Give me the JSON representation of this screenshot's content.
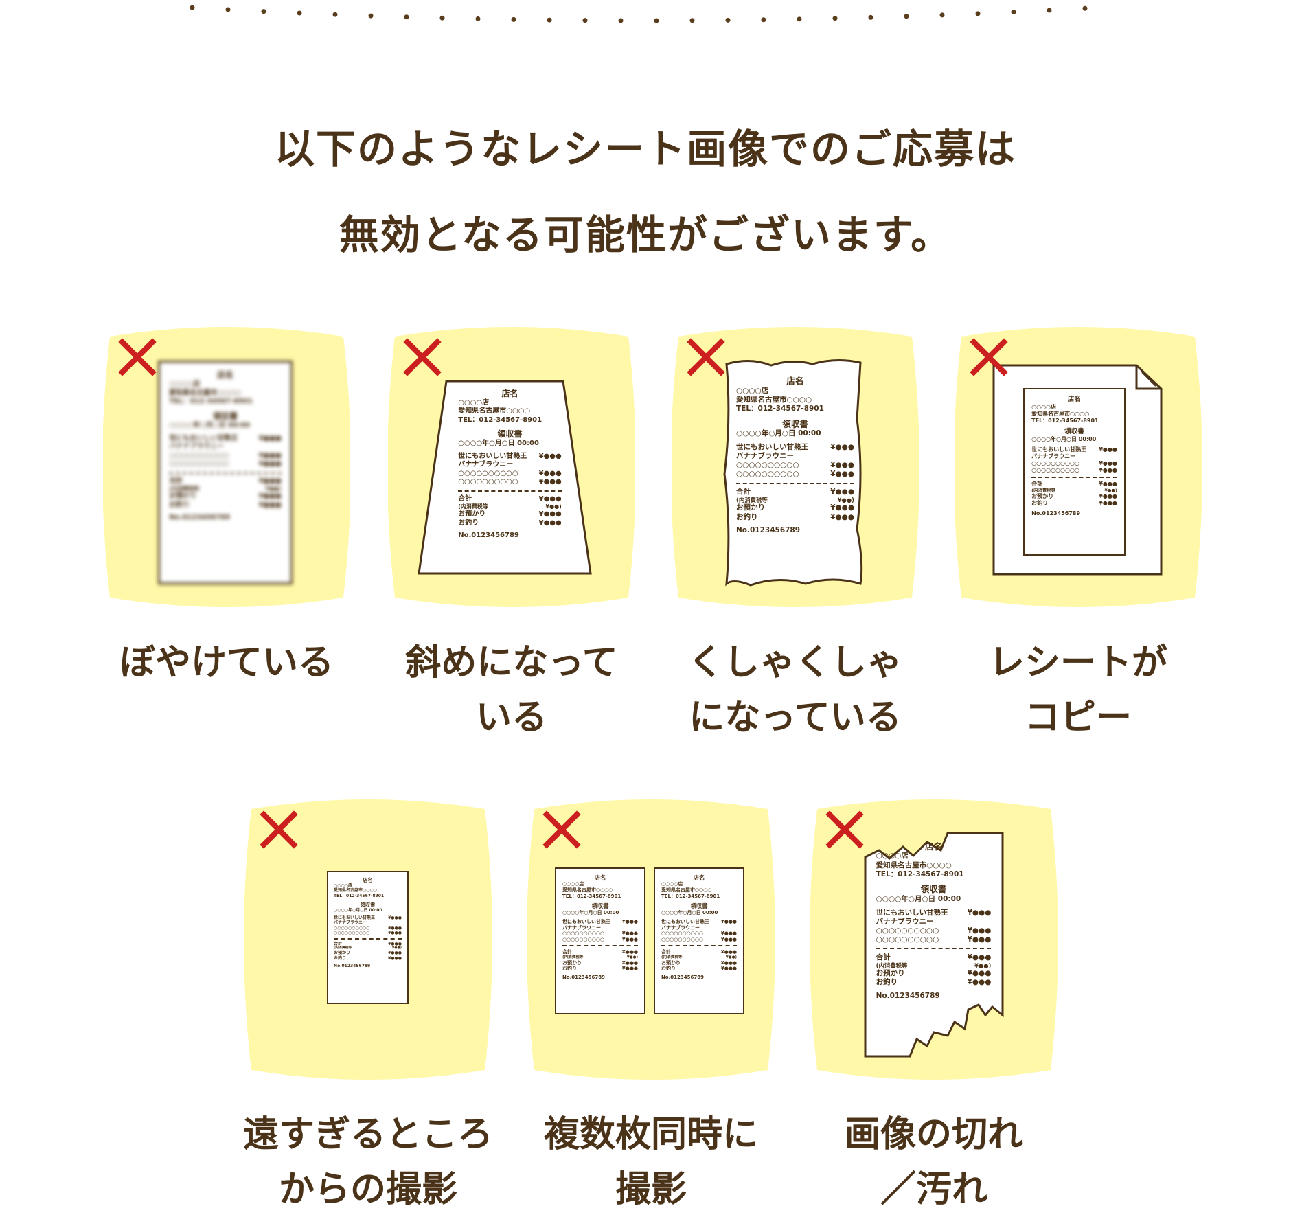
{
  "heading": {
    "line1": "以下のようなレシート画像でのご応募は",
    "line2": "無効となる可能性がございます。"
  },
  "receipt": {
    "store": "店名",
    "shop": "○○○○店",
    "address": "愛知県名古屋市○○○○",
    "tel": "TEL：012-34567-8901",
    "title": "領収書",
    "date": "○○○○年○月○日 00:00",
    "item1": "世にもおいしい甘熟王",
    "item2": "バナナブラウニー",
    "item3": "○○○○○○○○○○",
    "item4": "○○○○○○○○○○",
    "price": "¥●●●",
    "price_tax": "¥●●)",
    "total": "合計",
    "tax": "(内消費税等",
    "paid": "お預かり",
    "change": "お釣り",
    "number": "No.0123456789"
  },
  "cards": [
    {
      "label1": "ぼやけている",
      "label2": ""
    },
    {
      "label1": "斜めになって",
      "label2": "いる"
    },
    {
      "label1": "くしゃくしゃ",
      "label2": "になっている"
    },
    {
      "label1": "レシートが",
      "label2": "コピー"
    },
    {
      "label1": "遠すぎるところ",
      "label2": "からの撮影"
    },
    {
      "label1": "複数枚同時に",
      "label2": "撮影"
    },
    {
      "label1": "画像の切れ",
      "label2": "／汚れ"
    }
  ],
  "colors": {
    "card_bg": "#fff8a8",
    "text": "#4a3318",
    "x_mark": "#cc1f1f",
    "dots": "#5a3d1c"
  },
  "icons": {
    "invalid": "x-mark-icon"
  }
}
